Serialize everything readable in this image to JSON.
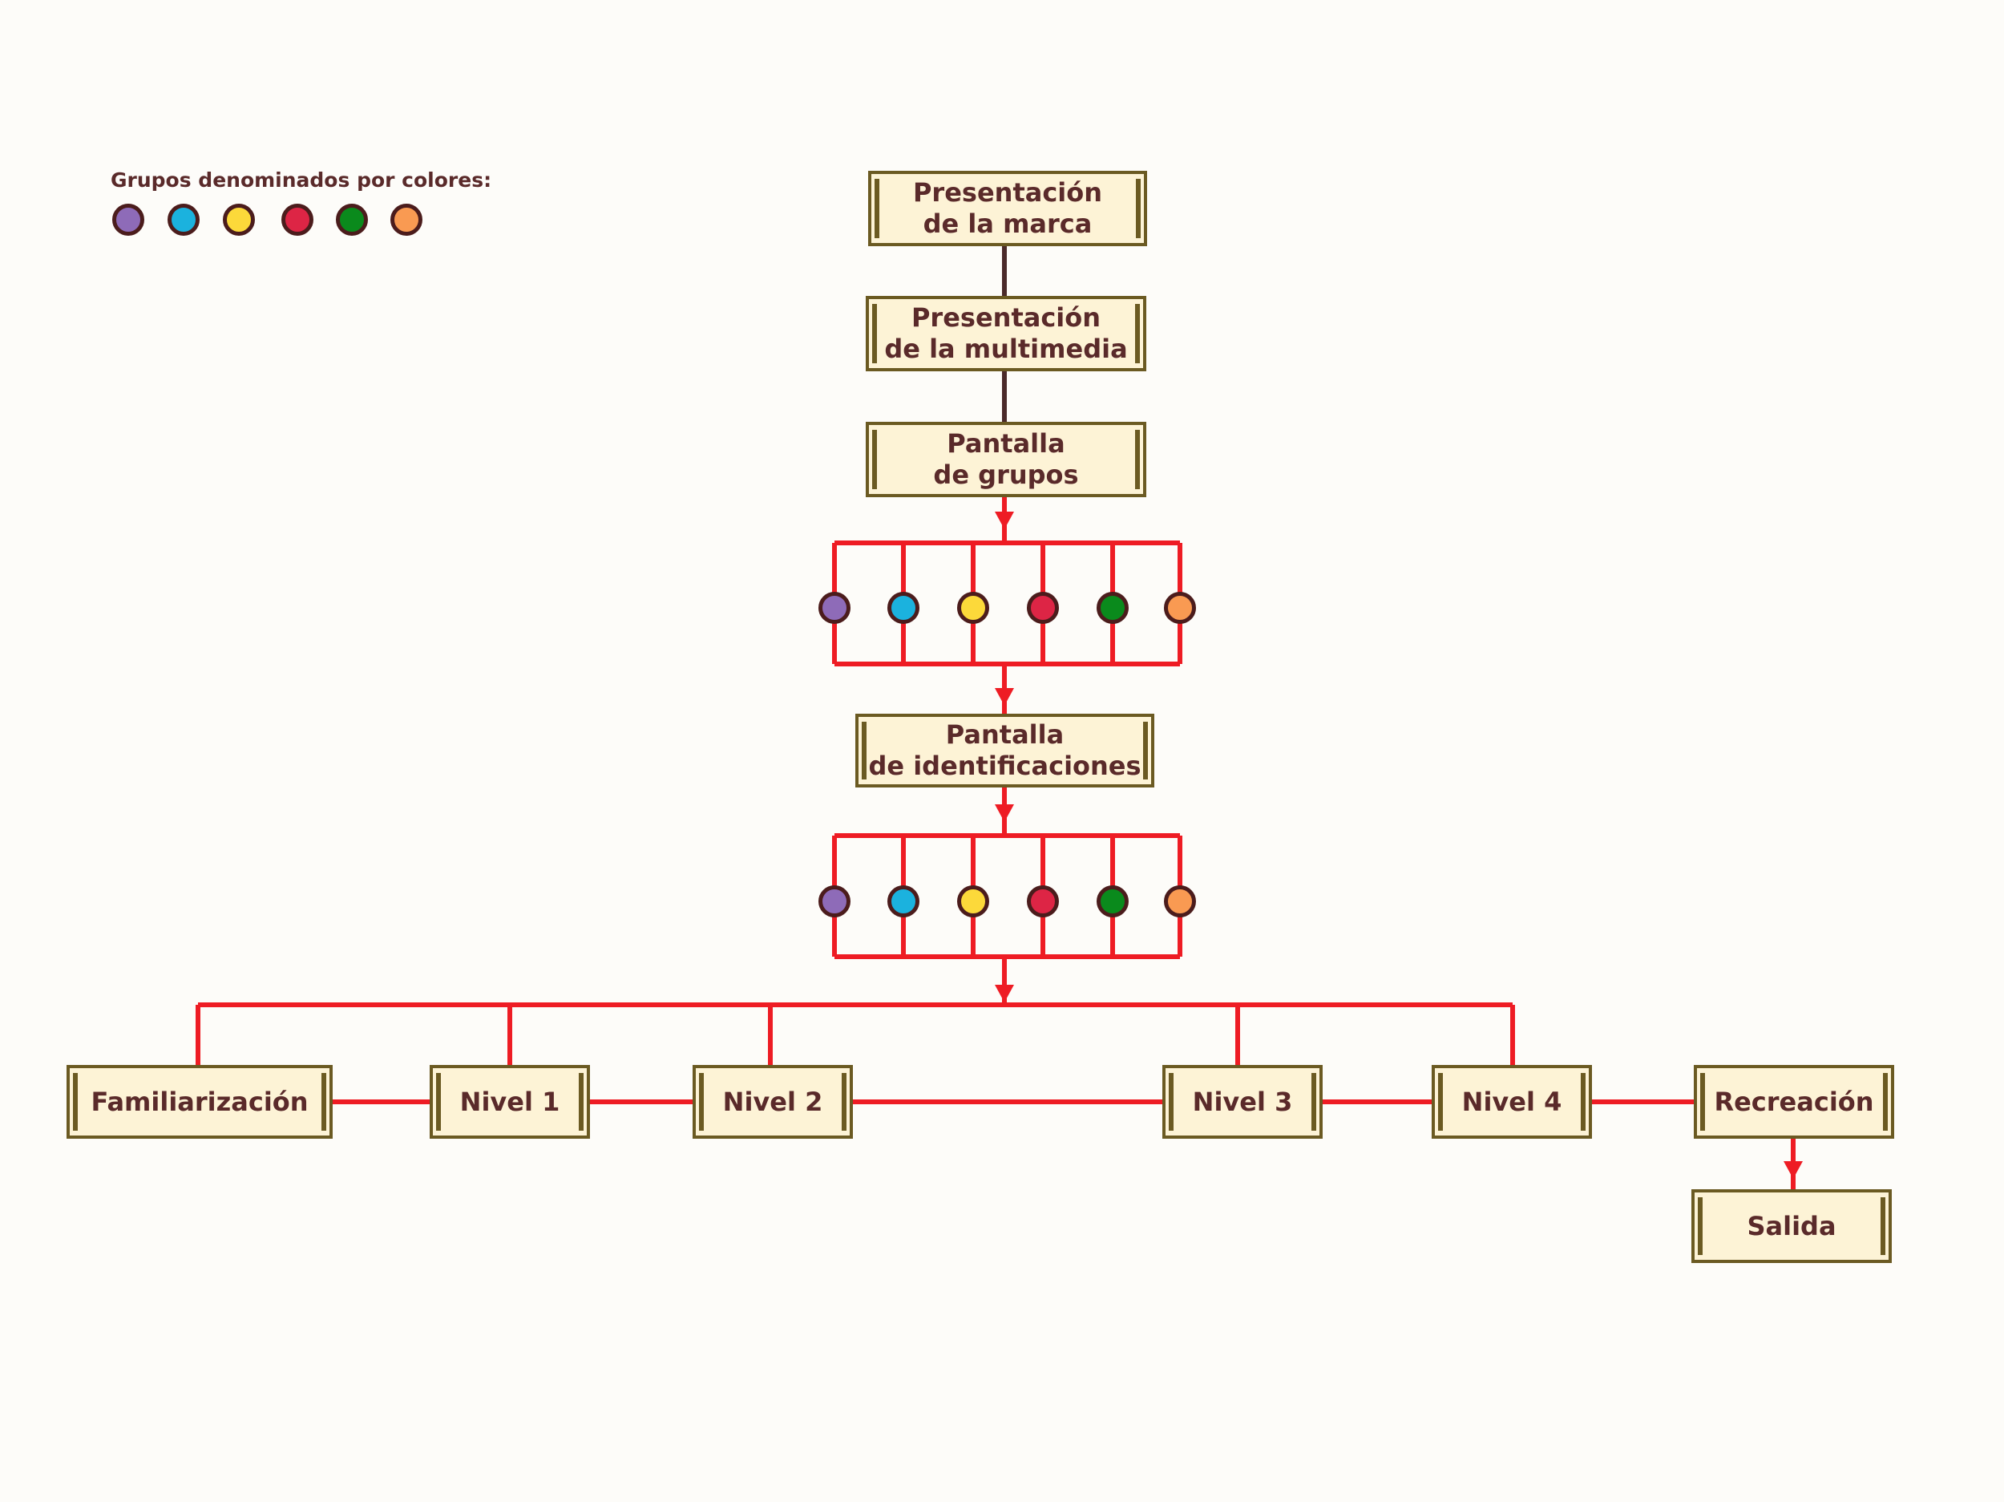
{
  "legend": {
    "title": "Grupos denominados por colores:",
    "colors": [
      "#8e6bb8",
      "#1bb2de",
      "#fcd93a",
      "#dd2545",
      "#0a8a1c",
      "#f99a52"
    ]
  },
  "colors": {
    "flow_line": "#ee1c24",
    "stem_line": "#4b2a2a",
    "box_fill": "#fdf3d6",
    "box_border": "#6b5a22",
    "text": "#5a2a2a",
    "dot_border": "#4b1c1c"
  },
  "nodes": {
    "presentacion_marca": {
      "line1": "Presentación",
      "line2": "de la marca"
    },
    "presentacion_multimedia": {
      "line1": "Presentación",
      "line2": "de la multimedia"
    },
    "pantalla_grupos": {
      "line1": "Pantalla",
      "line2": "de grupos"
    },
    "pantalla_identificaciones": {
      "line1": "Pantalla",
      "line2": "de identificaciones"
    },
    "familiarizacion": "Familiarización",
    "nivel1": "Nivel 1",
    "nivel2": "Nivel 2",
    "nivel3": "Nivel 3",
    "nivel4": "Nivel 4",
    "recreacion": "Recreación",
    "salida": "Salida"
  }
}
